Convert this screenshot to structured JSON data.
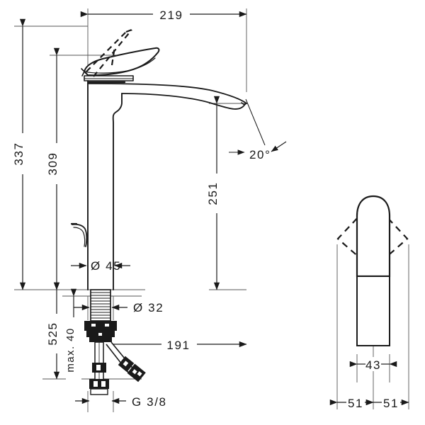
{
  "drawing": {
    "title": "Single lever basin mixer technical dimension drawing",
    "units": "mm",
    "line_color": "#1a1a1a",
    "background_color": "#ffffff",
    "views": [
      {
        "name": "side-elevation",
        "position": "left"
      },
      {
        "name": "front-elevation",
        "position": "right"
      }
    ]
  },
  "dimensions": {
    "spout_reach_total": "219",
    "overall_height": "337",
    "handle_height": "309",
    "spout_outlet_height": "251",
    "outlet_angle": "20°",
    "body_diameter": "Ø 45",
    "shank_diameter": "Ø 32",
    "installation_depth_total": "525",
    "max_counter_thickness": "max. 40",
    "spout_projection": "191",
    "supply_thread": "G 3/8",
    "front_body_width": "43",
    "front_left_swing": "51",
    "front_right_swing": "51"
  }
}
